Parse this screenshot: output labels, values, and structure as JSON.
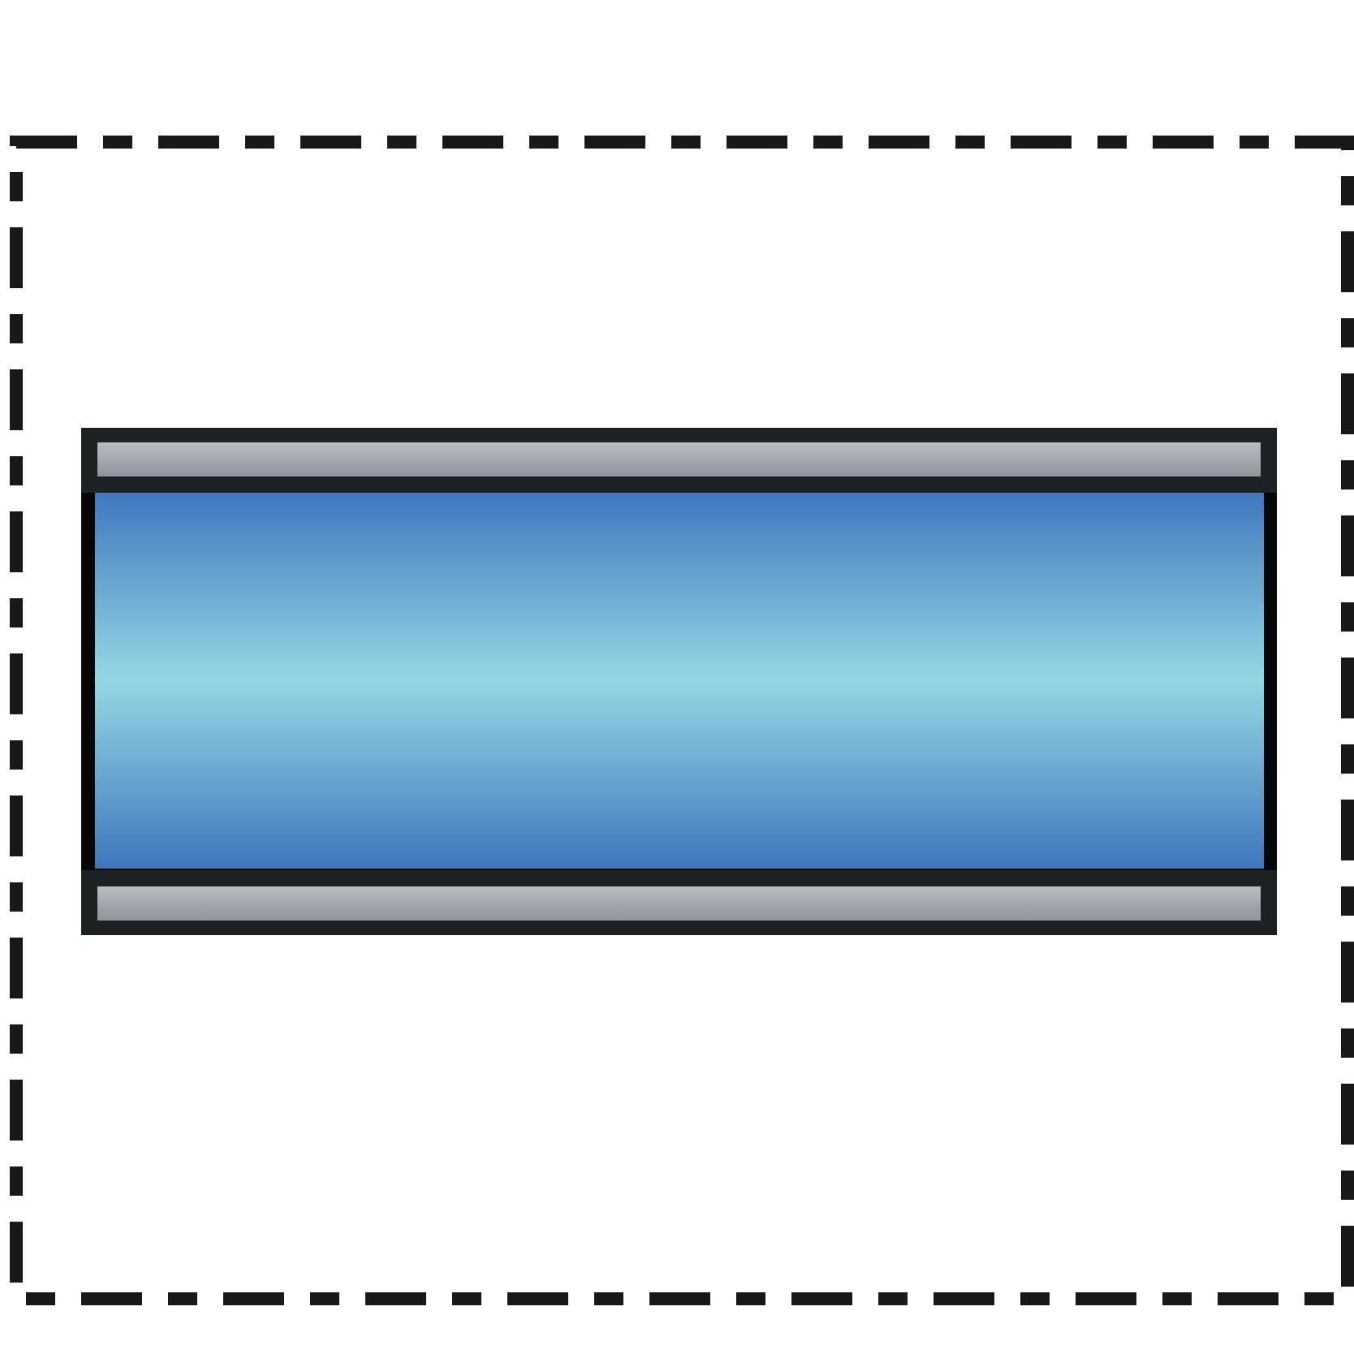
{
  "diagram": {
    "kind": "pipe-segment-icon",
    "elements": [
      {
        "name": "selection-frame",
        "style": "dashed",
        "color": "#151a19"
      },
      {
        "name": "pipe-flange-top",
        "color": "#1c2122",
        "insert_color": "#a3a9ae"
      },
      {
        "name": "pipe-body",
        "gradient": [
          "#3f77bd",
          "#94d8e3",
          "#3f77bd"
        ],
        "edge_color": "#050608"
      },
      {
        "name": "pipe-flange-bottom",
        "color": "#1c2122",
        "insert_color": "#a3a9ae"
      }
    ]
  }
}
